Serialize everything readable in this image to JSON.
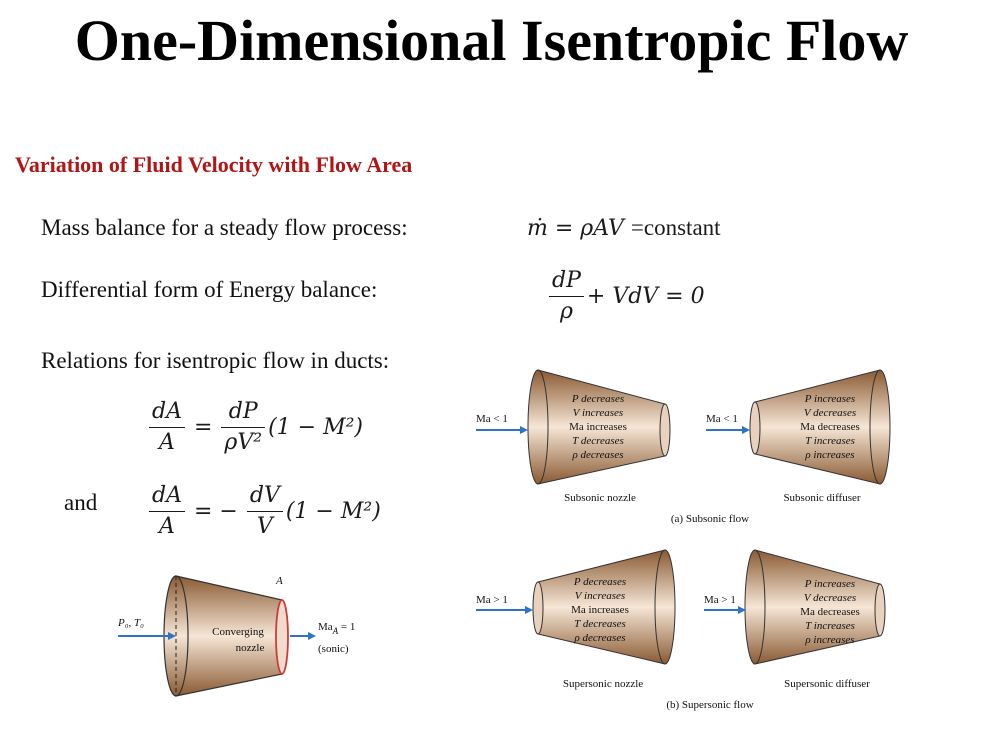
{
  "title": "One-Dimensional Isentropic Flow",
  "section_heading": "Variation of Fluid Velocity with Flow Area",
  "mass_balance": {
    "label": "Mass balance for a steady flow process:",
    "mdot": "ṁ",
    "rest": "= ρAV",
    "constant": "=constant"
  },
  "energy_balance": {
    "label": "Differential form of Energy balance:",
    "num": "dP",
    "den": "ρ",
    "rest": "+ VdV = 0"
  },
  "isentropic": {
    "label": "Relations for isentropic flow in ducts:",
    "eq1": {
      "lhs_num": "dA",
      "lhs_den": "A",
      "eq": "=",
      "rhs_num": "dP",
      "rhs_den": "ρV²",
      "factor": "(1 − M²)"
    },
    "and_label": "and",
    "eq2": {
      "lhs_num": "dA",
      "lhs_den": "A",
      "eq": "= −",
      "rhs_num": "dV",
      "rhs_den": "V",
      "factor": "(1 − M²)"
    }
  },
  "converging_nozzle": {
    "inlet": "P₀, T₀",
    "area_label": "A",
    "body_line1": "Converging",
    "body_line2": "nozzle",
    "outlet_line1": "Ma",
    "outlet_sub": "A",
    "outlet_eq": " = 1",
    "outlet_line2": "(sonic)"
  },
  "subsonic": {
    "caption": "(a) Subsonic flow",
    "nozzle": {
      "ma": "Ma < 1",
      "lines": [
        "P decreases",
        "V increases",
        "Ma increases",
        "T decreases",
        "ρ decreases"
      ],
      "label": "Subsonic nozzle"
    },
    "diffuser": {
      "ma": "Ma < 1",
      "lines": [
        "P increases",
        "V decreases",
        "Ma decreases",
        "T increases",
        "ρ increases"
      ],
      "label": "Subsonic diffuser"
    }
  },
  "supersonic": {
    "caption": "(b) Supersonic flow",
    "nozzle": {
      "ma": "Ma > 1",
      "lines": [
        "P decreases",
        "V increases",
        "Ma increases",
        "T decreases",
        "ρ decreases"
      ],
      "label": "Supersonic nozzle"
    },
    "diffuser": {
      "ma": "Ma > 1",
      "lines": [
        "P increases",
        "V decreases",
        "Ma decreases",
        "T increases",
        "ρ increases"
      ],
      "label": "Supersonic diffuser"
    }
  },
  "colors": {
    "heading": "#b01616",
    "arrow": "#2e73c8",
    "cone_dark": "#8a5a33",
    "cone_light": "#f6e6d6",
    "outlet_ring": "#d23a3a"
  }
}
